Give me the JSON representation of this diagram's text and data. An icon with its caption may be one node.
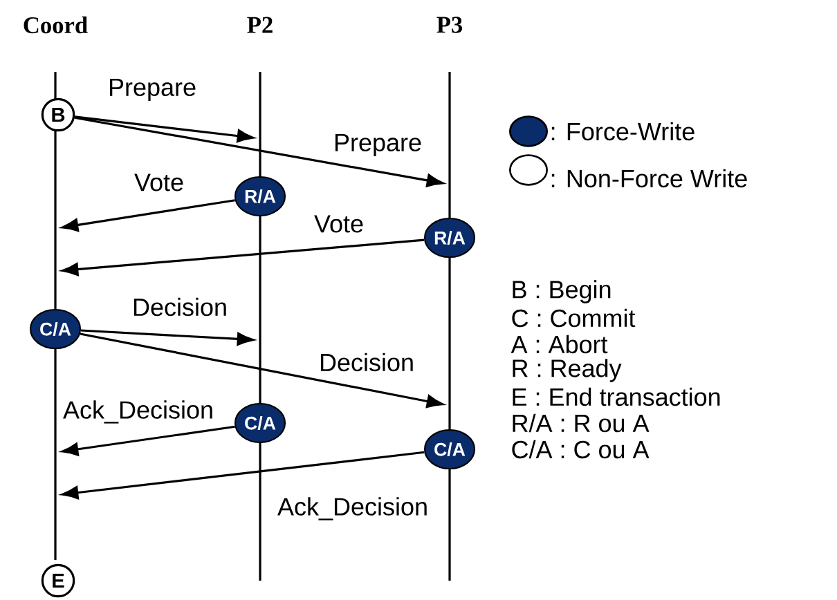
{
  "diagram": {
    "nodes": [
      {
        "text": [
          "B"
        ]
      },
      {
        "text": [
          "R/A"
        ]
      },
      {
        "text": [
          "R/A"
        ]
      },
      {
        "text": [
          "C/A"
        ]
      },
      {
        "text": [
          "C/A"
        ]
      },
      {
        "text": [
          "C/A"
        ]
      },
      {
        "text": [
          "E"
        ]
      }
    ],
    "edges": [
      {
        "from": 0,
        "to": null,
        "arrow": "to",
        "label": "Prepare"
      },
      {
        "from": 0,
        "to": null,
        "arrow": "to",
        "label": "Prepare"
      },
      {
        "from": 1,
        "to": null,
        "arrow": "to",
        "label": "Vote"
      },
      {
        "from": 2,
        "to": null,
        "arrow": "to",
        "label": "Vote"
      },
      {
        "from": 3,
        "to": null,
        "arrow": "to",
        "label": "Decision"
      },
      {
        "from": 3,
        "to": null,
        "arrow": "to",
        "label": "Decision"
      },
      {
        "from": 4,
        "to": null,
        "arrow": "to",
        "label": "Ack_Decision"
      },
      {
        "from": 5,
        "to": null,
        "arrow": "to",
        "label": "Ack_Decision"
      }
    ],
    "labels": [
      "Coord",
      "P2",
      "P3",
      "B : Begin",
      "C : Commit",
      "A : Abort",
      "R : Ready",
      "E : End transaction",
      "R/A : R ou A",
      "C/A : C ou A"
    ],
    "legend": [
      {
        "text": ": Force-Write",
        "color": "#0b2c6b"
      },
      {
        "text": ": Non-Force Write"
      }
    ]
  }
}
